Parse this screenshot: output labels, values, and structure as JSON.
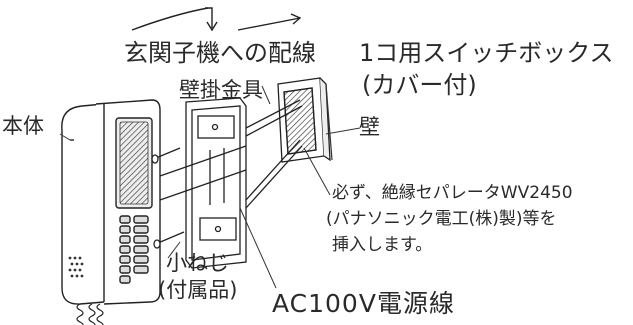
{
  "labels": {
    "wiring_to_entrance": "玄関子機への配線",
    "switch_box_1": "1コ用スイッチボックス",
    "switch_box_2": "(カバー付)",
    "wall_bracket": "壁掛金具",
    "main_unit": "本体",
    "wall": "壁",
    "note_1": "必ず、絶縁セパレータWV2450",
    "note_2": "(パナソニック電工(株)製)等を",
    "note_3": "挿入します。",
    "screw_1": "小ねじ",
    "screw_2": "(付属品)",
    "ac_line": "AC100V電源線"
  },
  "colors": {
    "line": "#222222",
    "wall_hatch": "#555555",
    "background": "#ffffff"
  }
}
